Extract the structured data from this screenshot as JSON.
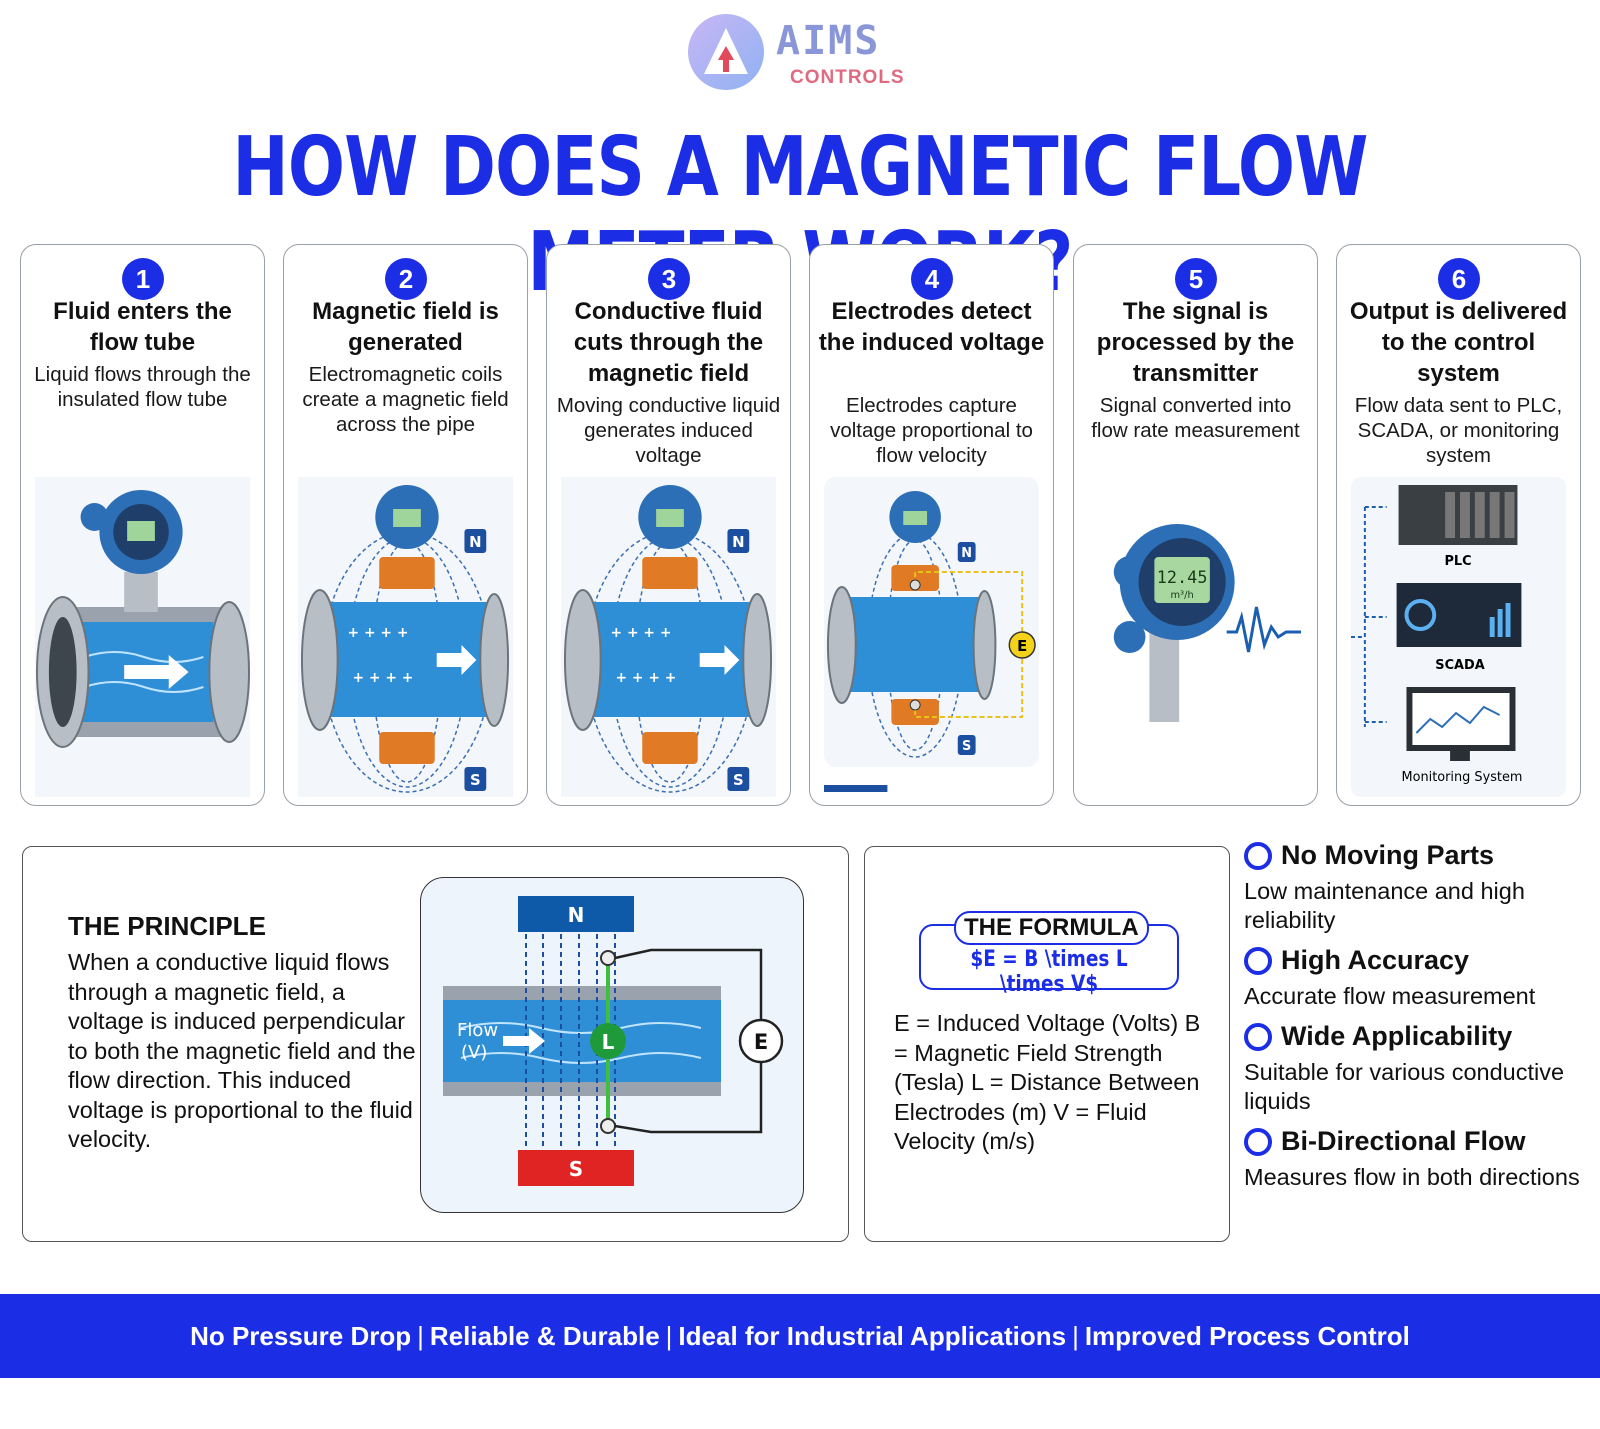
{
  "brand": {
    "name": "AIMS",
    "sub": "CONTROLS"
  },
  "title": "HOW DOES A MAGNETIC FLOW METER WORK?",
  "steps": [
    {
      "num": "1",
      "title": "Fluid enters the flow tube",
      "desc": "Liquid flows through the insulated flow tube"
    },
    {
      "num": "2",
      "title": "Magnetic field is generated",
      "desc": "Electromagnetic coils create a magnetic field across the pipe"
    },
    {
      "num": "3",
      "title": "Conductive fluid cuts through the magnetic field",
      "desc": "Moving conductive liquid generates induced voltage"
    },
    {
      "num": "4",
      "title": "Electrodes detect the induced voltage",
      "desc": "Electrodes capture voltage proportional to flow velocity"
    },
    {
      "num": "5",
      "title": "The signal is processed by the transmitter",
      "desc": "Signal converted into flow rate measurement"
    },
    {
      "num": "6",
      "title": "Output is delivered to the control system",
      "desc": "Flow data sent to PLC, SCADA, or monitoring system"
    }
  ],
  "art": {
    "north": "N",
    "south": "S",
    "electrode": "E",
    "display_value": "12.45",
    "display_unit": "m³/h",
    "plc": "PLC",
    "scada": "SCADA",
    "monitoring": "Monitoring System"
  },
  "principle": {
    "title": "THE PRINCIPLE",
    "text": "When a conductive liquid flows through a magnetic field, a voltage is induced perpendicular to both the magnetic field and the flow direction. This induced voltage is proportional to the fluid velocity.",
    "diagram": {
      "north": "N",
      "south": "S",
      "flow_line1": "Flow",
      "flow_line2": "(V)",
      "length": "L",
      "voltage": "E"
    }
  },
  "formula": {
    "title": "THE FORMULA",
    "equation": "$E = B \\times L \\times V$",
    "legend": "E = Induced Voltage (Volts) B = Magnetic Field Strength (Tesla) L = Distance Between Electrodes (m) V = Fluid Velocity (m/s)"
  },
  "benefits": [
    {
      "title": "No Moving Parts",
      "desc": "Low maintenance and high reliability"
    },
    {
      "title": "High Accuracy",
      "desc": "Accurate flow measurement"
    },
    {
      "title": "Wide Applicability",
      "desc": "Suitable for various conductive liquids"
    },
    {
      "title": "Bi-Directional Flow",
      "desc": "Measures flow in both directions"
    }
  ],
  "banner": [
    "No Pressure Drop",
    "Reliable & Durable",
    "Ideal for Industrial Applications",
    "Improved Process Control"
  ],
  "colors": {
    "accent": "#1c2de6",
    "pipe": "#2f8fd6",
    "coil": "#e07a25",
    "magnet_south": "#e02424",
    "magnet_north": "#0f5aa8"
  }
}
